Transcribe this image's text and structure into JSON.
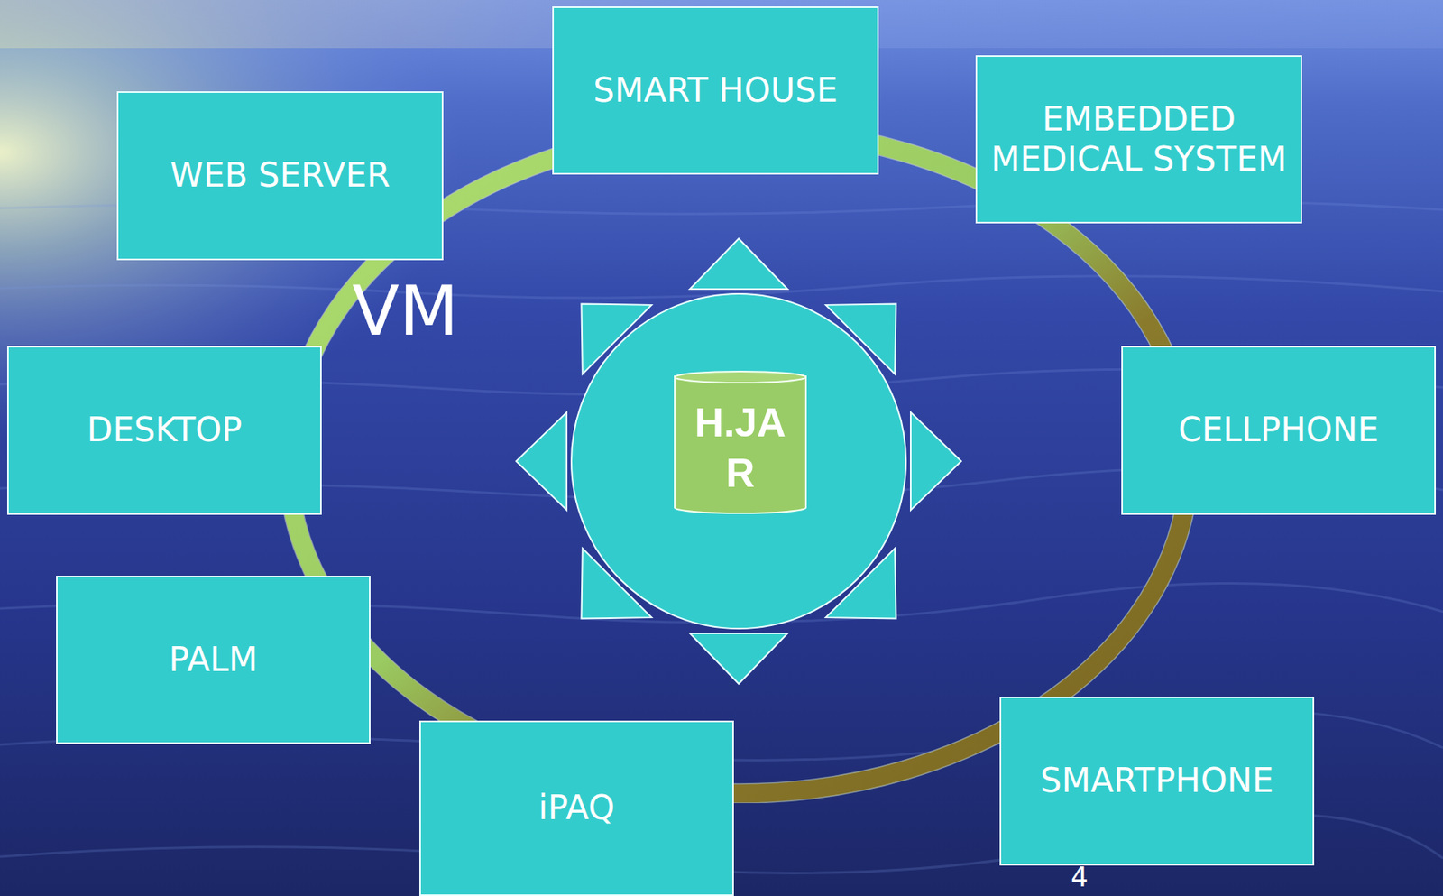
{
  "diagram": {
    "nodes": [
      {
        "text": [
          "SMART HOUSE"
        ]
      },
      {
        "text": [
          "EMBEDDED MEDICAL SYSTEM"
        ]
      },
      {
        "text": [
          "WEB SERVER"
        ]
      },
      {
        "text": [
          "VM"
        ]
      },
      {
        "text": [
          "H.JA R"
        ],
        "in": 3
      },
      {
        "text": [
          "DESKTOP"
        ]
      },
      {
        "text": [
          "CELLPHONE"
        ]
      },
      {
        "text": [
          "PALM"
        ]
      },
      {
        "text": [
          "SMARTPHONE"
        ]
      },
      {
        "text": [
          "iPAQ"
        ]
      }
    ],
    "labels": [
      "4"
    ]
  }
}
